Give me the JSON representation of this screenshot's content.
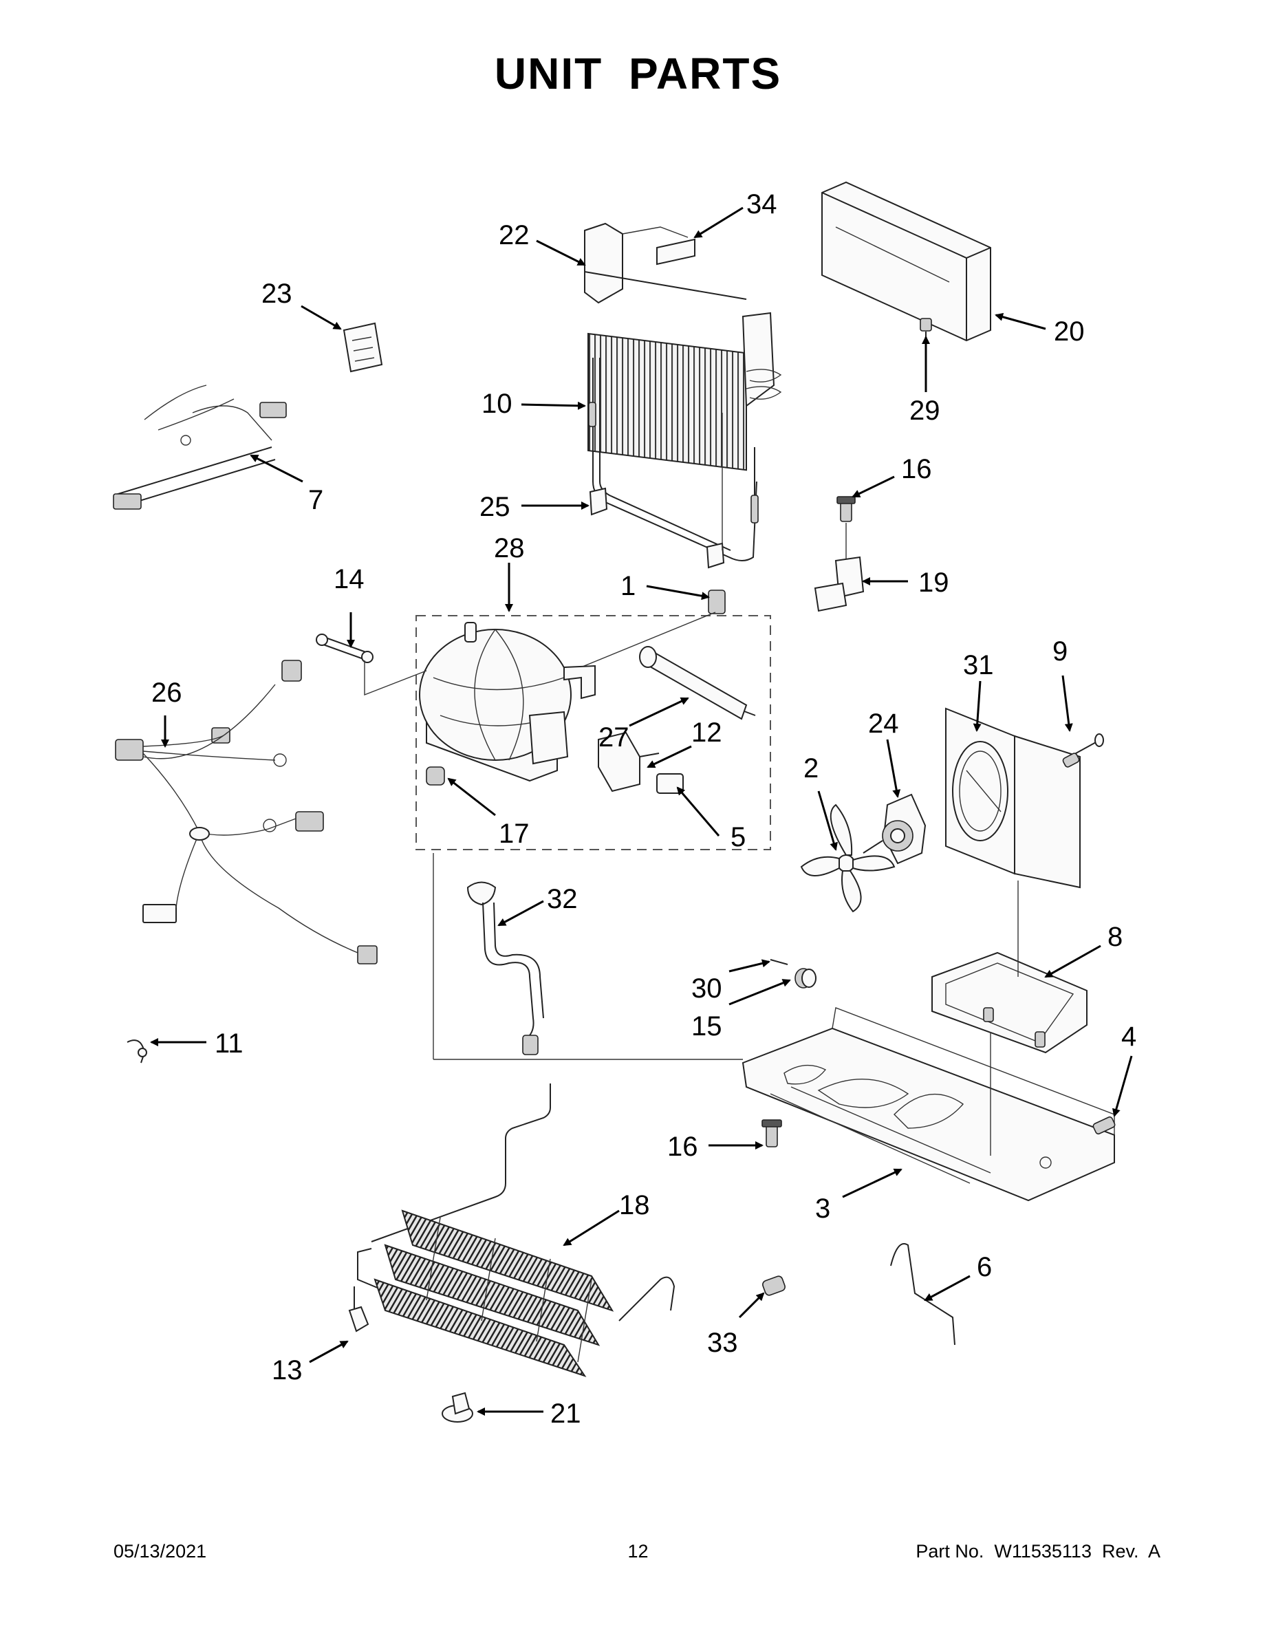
{
  "title": "UNIT PARTS",
  "callouts": {
    "c1": "1",
    "c2": "2",
    "c3": "3",
    "c4": "4",
    "c5": "5",
    "c6": "6",
    "c7": "7",
    "c8": "8",
    "c9": "9",
    "c10": "10",
    "c11": "11",
    "c12": "12",
    "c13": "13",
    "c14": "14",
    "c15": "15",
    "c16a": "16",
    "c16b": "16",
    "c17": "17",
    "c18": "18",
    "c19": "19",
    "c20": "20",
    "c21": "21",
    "c22": "22",
    "c23": "23",
    "c24": "24",
    "c25": "25",
    "c26": "26",
    "c27": "27",
    "c28": "28",
    "c29": "29",
    "c30": "30",
    "c31": "31",
    "c32": "32",
    "c33": "33",
    "c34": "34"
  },
  "footer": {
    "date": "05/13/2021",
    "page": "12",
    "part": "Part No.  W11535113  Rev.  A"
  }
}
